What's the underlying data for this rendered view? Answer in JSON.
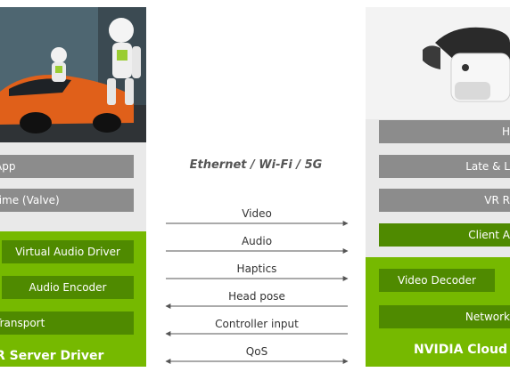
{
  "network_title": "Ethernet / Wi-Fi / 5G",
  "left": {
    "app_label": "App",
    "runtime_label": "time (Valve)",
    "virtual_audio_driver": "Virtual Audio Driver",
    "audio_encoder": "Audio Encoder",
    "transport": "Transport",
    "footer": "R Server Driver"
  },
  "right": {
    "bar_1": "H",
    "bar_2": "Late & L",
    "bar_3": "VR R",
    "client": "Client A",
    "video_decoder": "Video Decoder",
    "network": "Network",
    "footer": "NVIDIA Cloud"
  },
  "flows": [
    {
      "label": "Video",
      "direction": "right"
    },
    {
      "label": "Audio",
      "direction": "right"
    },
    {
      "label": "Haptics",
      "direction": "right"
    },
    {
      "label": "Head pose",
      "direction": "left"
    },
    {
      "label": "Controller input",
      "direction": "left"
    },
    {
      "label": "QoS",
      "direction": "both"
    }
  ],
  "colors": {
    "nvidia_green": "#76b900",
    "dark_green": "#4f8a00",
    "gray_bar": "#8c8c8c",
    "panel_bg": "#e9e9e9"
  }
}
